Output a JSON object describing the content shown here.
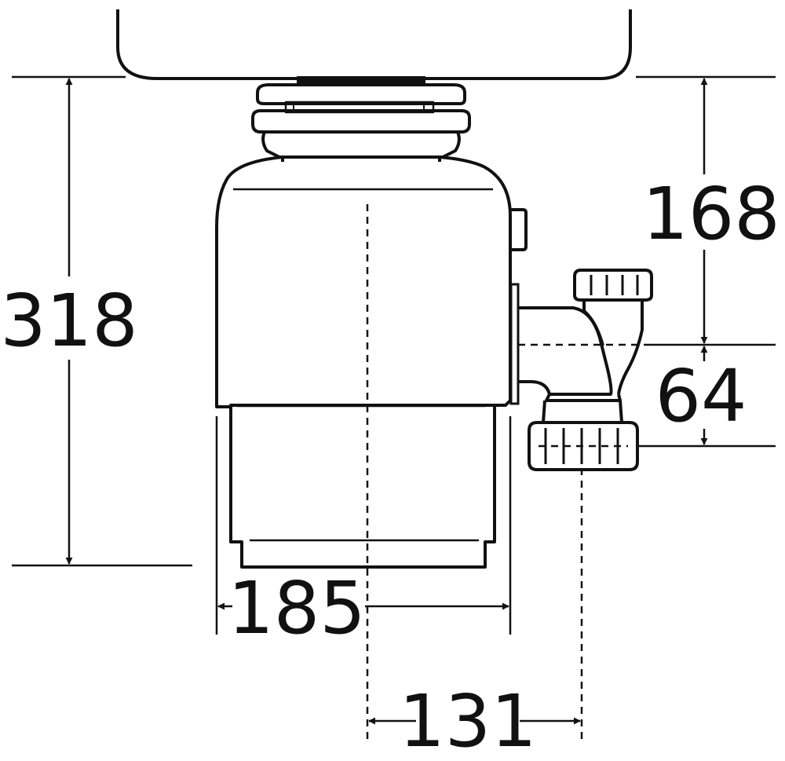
{
  "colors": {
    "stroke": "#111111",
    "fill": "#ffffff"
  },
  "dimensions": {
    "height_total": "318",
    "height_inlet_to_outlet": "168",
    "outlet_drop": "64",
    "body_width": "185",
    "outlet_offset": "131"
  }
}
